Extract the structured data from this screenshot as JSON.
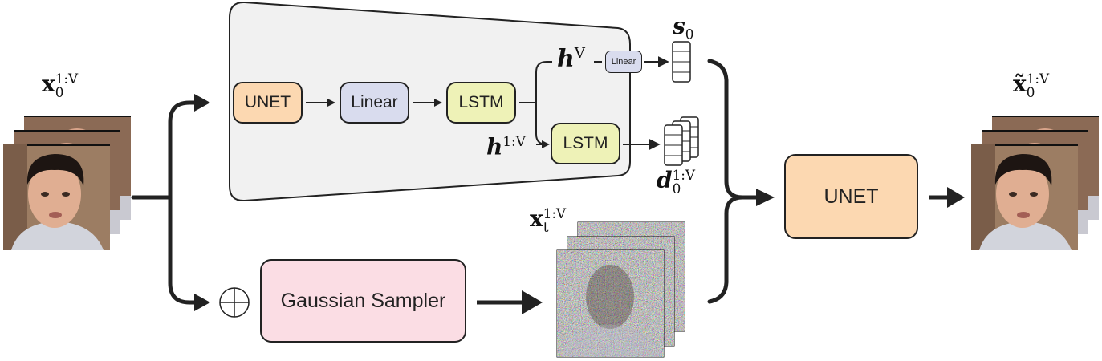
{
  "colors": {
    "encoder_bg": "#f1f1f1",
    "unet": "#fcd8b1",
    "linear": "#d9dcee",
    "lstm": "#eef2b7",
    "gaussian": "#fbdde4",
    "stroke": "#222222"
  },
  "labels": {
    "input": {
      "base": "x",
      "sub": "0",
      "sup": "1:V"
    },
    "output": {
      "base": "x̃",
      "sub": "0",
      "sup": "1:V"
    },
    "noisy": {
      "base": "x",
      "sub": "t",
      "sup": "1:V"
    },
    "hv": {
      "base": "h",
      "sup": "V"
    },
    "h1v": {
      "base": "h",
      "sup": "1:V"
    },
    "s0": {
      "base": "s",
      "sub": "0"
    },
    "d0": {
      "base": "d",
      "sub": "0",
      "sup": "1:V"
    }
  },
  "boxes": {
    "unet_small": "UNET",
    "linear_main": "Linear",
    "lstm_top": "LSTM",
    "lstm_bottom": "LSTM",
    "linear_small": "Linear",
    "gaussian_sampler": "Gaussian Sampler",
    "unet_big": "UNET"
  },
  "symbols": {
    "oplus": "⊕"
  }
}
